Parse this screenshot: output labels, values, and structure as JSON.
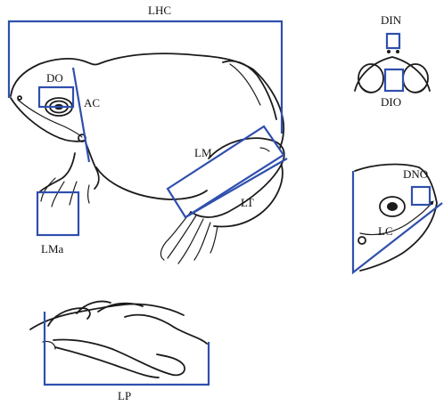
{
  "colors": {
    "measure_box": "#2f4fae",
    "ink": "#1b1b1b",
    "background": "#ffffff"
  },
  "labels": {
    "lhc": "LHC",
    "do": "DO",
    "ac": "AC",
    "lm": "LM",
    "lt": "LT",
    "lma": "LMa",
    "din": "DIN",
    "dio": "DIO",
    "dno": "DNO",
    "lc": "LC",
    "lp": "LP"
  }
}
